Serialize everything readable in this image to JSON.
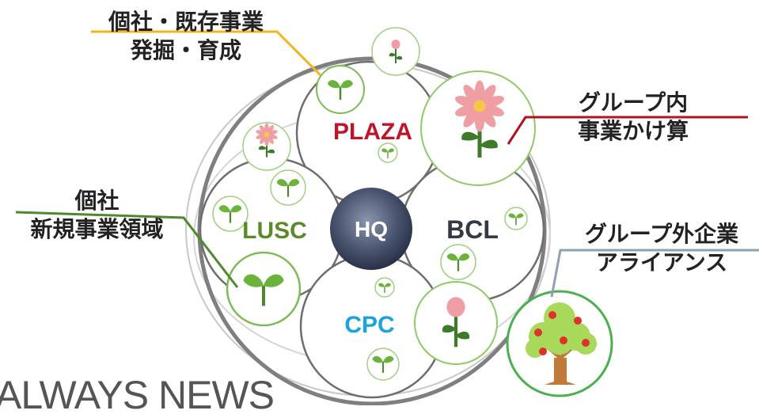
{
  "center": {
    "label": "HQ"
  },
  "units": [
    {
      "label": "PLAZA",
      "color": "#c0142b"
    },
    {
      "label": "LUSC",
      "color": "#5a8a2a"
    },
    {
      "label": "BCL",
      "color": "#333a45"
    },
    {
      "label": "CPC",
      "color": "#1aa3dc"
    }
  ],
  "callouts": {
    "top_left": {
      "line1": "個社・既存事業",
      "line2": "発掘・育成",
      "line_color": "#f2b61c"
    },
    "left": {
      "line1": "個社",
      "line2": "新規事業領域",
      "line_color": "#4d8a2e"
    },
    "top_right": {
      "line1": "グループ内",
      "line2": "事業かけ算",
      "line_color": "#b3121f"
    },
    "bottom_right": {
      "line1": "グループ外企業",
      "line2": "アライアンス",
      "line_color": "#8da0b6"
    }
  },
  "footer": {
    "text": "ALWAYS NEWS"
  },
  "icons": [
    "sprout-icon",
    "flower-icon",
    "tulip-icon",
    "apple-tree-icon"
  ]
}
